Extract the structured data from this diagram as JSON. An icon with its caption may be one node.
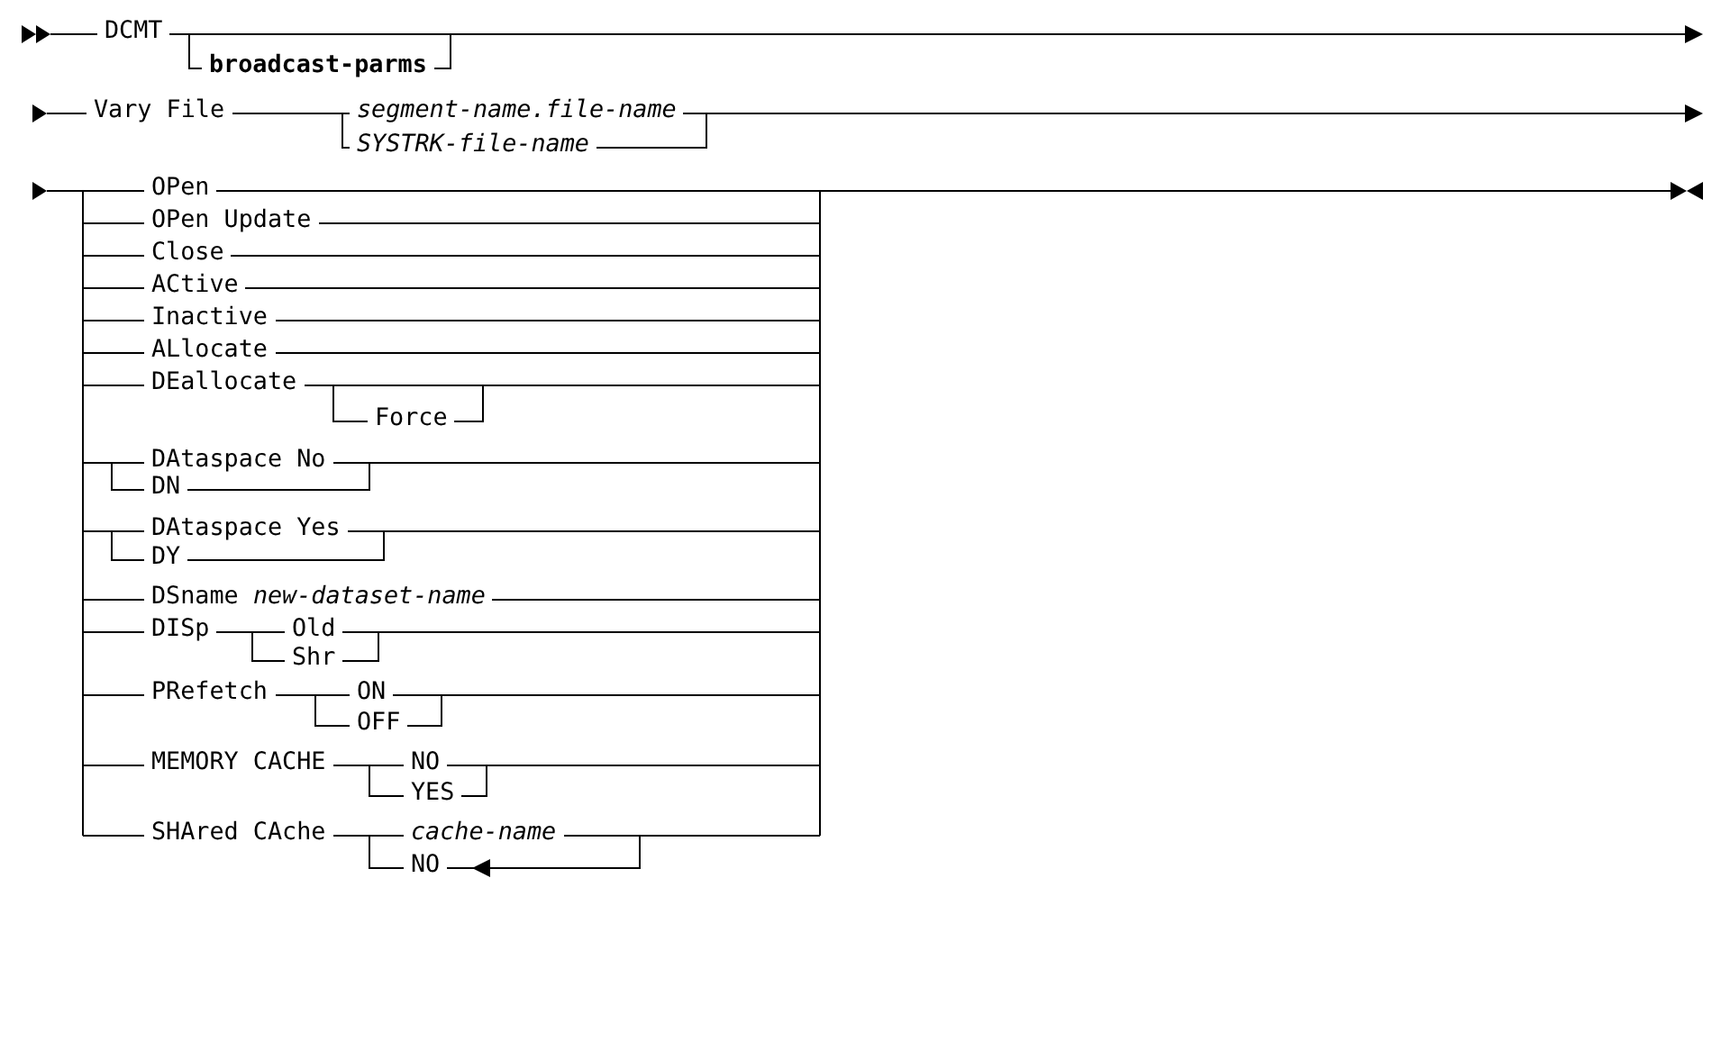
{
  "diagram": {
    "labels": [
      "DCMT",
      "broadcast-parms",
      "Vary File",
      "segment-name.file-name",
      "SYSTRK-file-name",
      "OPen",
      "OPen Update",
      "Close",
      "ACtive",
      "Inactive",
      "ALlocate",
      "DEallocate",
      "Force",
      "DAtaspace No",
      "DN",
      "DAtaspace Yes",
      "DY",
      "DSname *new-dataset-name*",
      "DISp",
      "Old",
      "Shr",
      "PRefetch",
      "ON",
      "OFF",
      "MEMORY CACHE",
      "NO",
      "YES",
      "SHAred CAche",
      "cache-name",
      "NO"
    ]
  }
}
